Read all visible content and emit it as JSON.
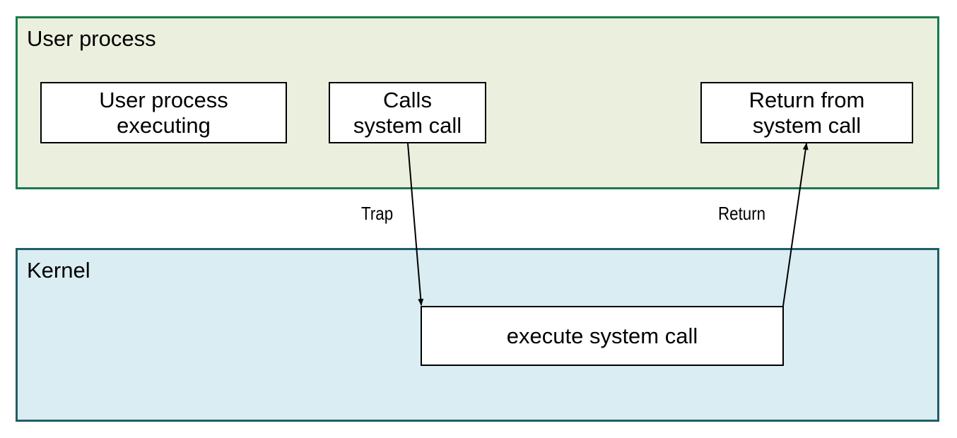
{
  "regions": {
    "user": {
      "title": "User process"
    },
    "kernel": {
      "title": "Kernel"
    }
  },
  "boxes": {
    "executing": {
      "line1": "User process",
      "line2": "executing"
    },
    "calls": {
      "line1": "Calls",
      "line2": "system call"
    },
    "return_from": {
      "line1": "Return from",
      "line2": "system call"
    },
    "execute": {
      "line1": "execute system call"
    }
  },
  "arrows": {
    "trap_label": "Trap",
    "return_label": "Return"
  },
  "colors": {
    "user_fill": "#ebefdd",
    "user_border": "#1a7a4c",
    "kernel_fill": "#daedf2",
    "kernel_border": "#1f5f66"
  }
}
